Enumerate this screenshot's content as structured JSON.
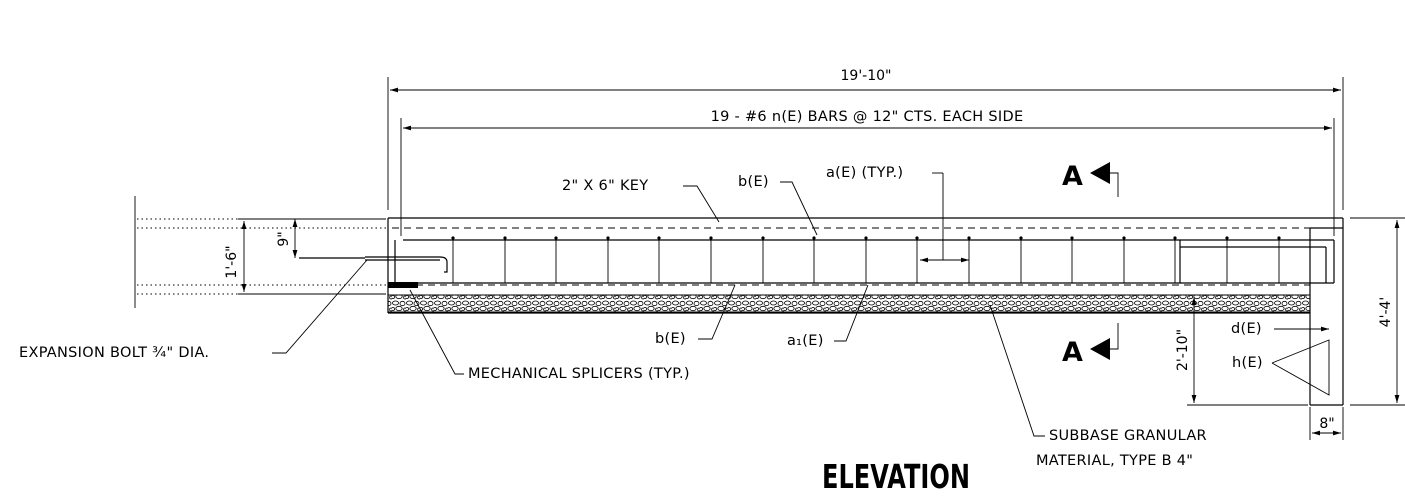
{
  "title": "ELEVATION",
  "section_marker": "A",
  "dimensions": {
    "overall_length": "19'-10\"",
    "bars": "19 - #6 n(E) BARS @ 12\" CTS. EACH SIDE",
    "height_total": "4'-4'",
    "depth_joint": "1'-6\"",
    "bolt_offset": "9\"",
    "toe_height": "2'-10\"",
    "toe_width": "8\""
  },
  "labels": {
    "key": "2\" X 6\" KEY",
    "b_top": "b(E)",
    "a_typ": "a(E) (TYP.)",
    "expansion_bolt": "EXPANSION BOLT ¾\" DIA.",
    "b_bottom": "b(E)",
    "a1": "a₁(E)",
    "splicers": "MECHANICAL SPLICERS (TYP.)",
    "subbase_line1": "SUBBASE GRANULAR",
    "subbase_line2": "MATERIAL, TYPE B 4\"",
    "d": "d(E)",
    "h": "h(E)"
  }
}
